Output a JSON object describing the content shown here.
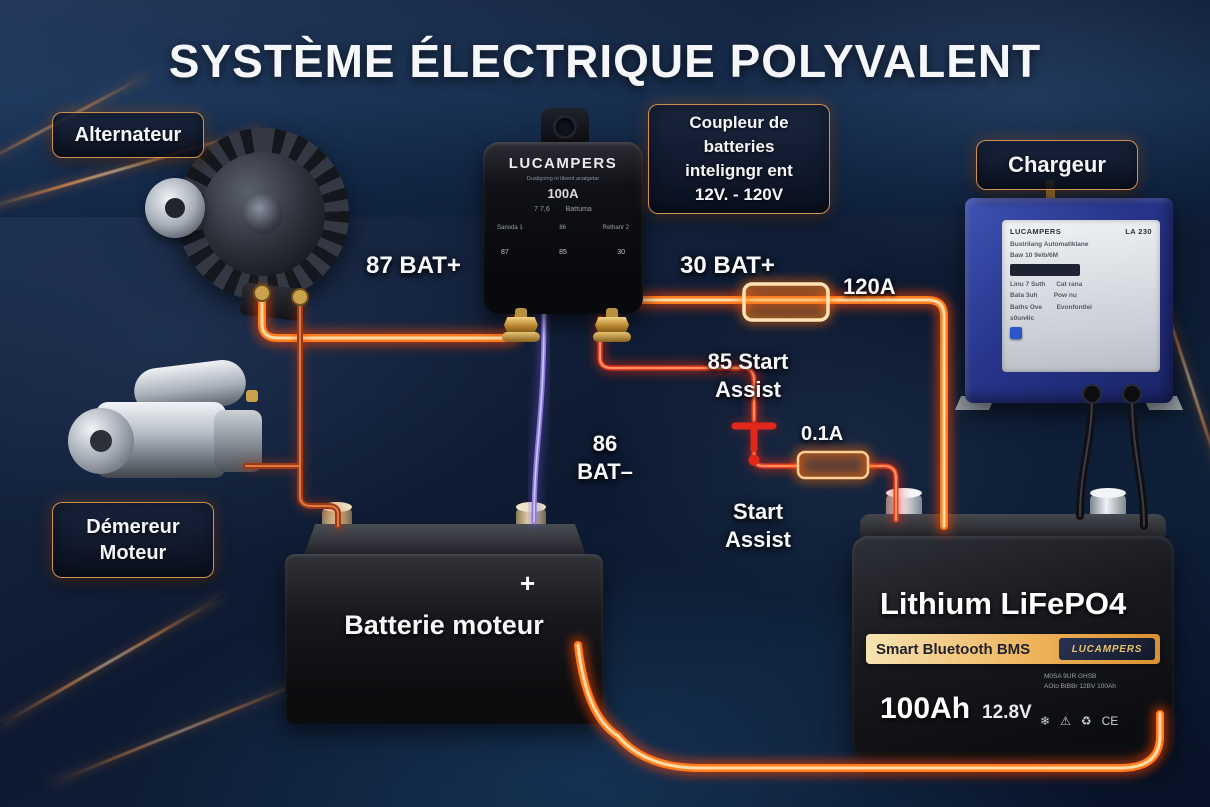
{
  "title": "SYSTÈME ÉLECTRIQUE POLYVALENT",
  "callouts": {
    "alternator": "Alternateur",
    "charger": "Chargeur",
    "starter": [
      "Démereur",
      "Moteur"
    ],
    "coupler": [
      "Coupleur de",
      "batteries",
      "inteligngr ent",
      "12V. - 120V"
    ]
  },
  "wire_labels": {
    "alt_feed": "87 BAT+",
    "relay_feed": "30 BAT+",
    "main_fuse": "120A",
    "assist": [
      "85 Start",
      "Assist"
    ],
    "ground": [
      "86",
      "BAT–"
    ],
    "small_fuse": "0.1A",
    "switch": [
      "Start",
      "Assist"
    ]
  },
  "relay": {
    "brand": "LUCAMPERS",
    "tagline": "Dualigning ni tilsent anatgetar",
    "rating": "100A",
    "spec": [
      "7 7,6",
      "Battuma"
    ],
    "row1": [
      "Sanoda 1",
      "86",
      "Rethanr 2"
    ],
    "row2": [
      "87",
      "85",
      "30"
    ]
  },
  "charger": {
    "brand": "LUCAMPERS",
    "model": "LA 230",
    "lines": [
      "Bustrilang Automatiklane",
      "Baw 10 9elb/6M",
      "Linu 7 Suth      Cat rana",
      "Bata 3uh         Pow nu",
      "Baths Ove        Evonfontlei",
      "s0un4lc"
    ]
  },
  "motor_battery": {
    "label": "Batterie moteur",
    "plus": "+"
  },
  "lithium": {
    "title": "Lithium LiFePO4",
    "bms": "Smart Bluetooth BMS",
    "badge": "LUCAMPERS",
    "capacity": "100Ah",
    "voltage": "12.8V",
    "specs": [
      "M0SA 9UR GHSB",
      "AOto BtBBr 12BV 100Ah"
    ],
    "icons": [
      {
        "glyph": "❄"
      },
      {
        "glyph": "⚠"
      },
      {
        "glyph": "♻"
      },
      {
        "glyph": "CE"
      }
    ]
  },
  "colors": {
    "wire_glow": "#ff4400",
    "wire_mid": "#ff7d1f",
    "wire_core": "#ffdca6",
    "accent_border": "#f2a654",
    "background_top": "#24395c",
    "background_bottom": "#081226"
  }
}
